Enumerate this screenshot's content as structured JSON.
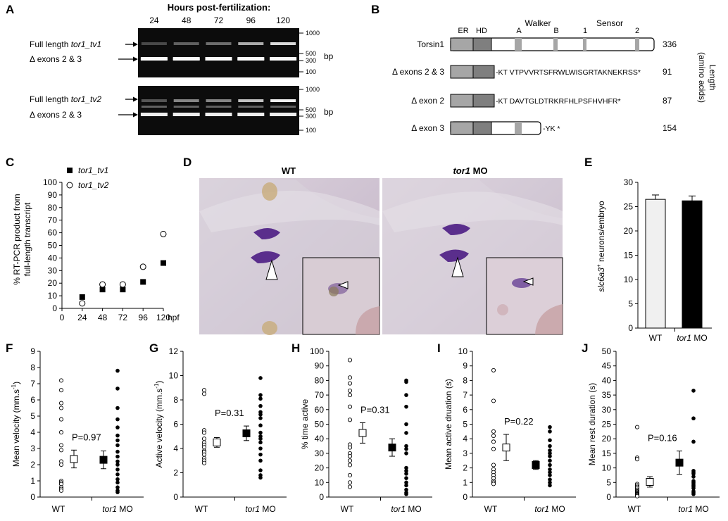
{
  "panels": {
    "A": {
      "letter": "A",
      "header": "Hours post-fertilization:",
      "lanes": [
        "24",
        "48",
        "72",
        "96",
        "120"
      ],
      "gel1_labels": {
        "full_prefix": "Full length ",
        "full_gene": "tor1_tv1",
        "delta": "Δ exons 2 & 3"
      },
      "gel2_labels": {
        "full_prefix": "Full length ",
        "full_gene": "tor1_tv2",
        "delta": "Δ exons 2 & 3"
      },
      "ladder": [
        "1000",
        "500",
        "300",
        "100"
      ],
      "unit": "bp"
    },
    "B": {
      "letter": "B",
      "domain_labels": {
        "er": "ER",
        "hd": "HD",
        "walker": "Walker",
        "a": "A",
        "b": "B",
        "sensor": "Sensor",
        "s1": "1",
        "s2": "2"
      },
      "rows": [
        {
          "name": "Torsin1",
          "suffix": "",
          "length": "336"
        },
        {
          "name": "Δ exons 2 & 3",
          "suffix": "-KT  VTPVVRTSFRWLWISGRTAKNEKRSS*",
          "length": "91"
        },
        {
          "name": "Δ exon 2",
          "suffix": "-KT  DAVTGLDTRKRFHLPSFHVHFR*",
          "length": "87"
        },
        {
          "name": "Δ exon 3",
          "suffix": "-YK  *",
          "length": "154"
        }
      ],
      "length_label": "Length",
      "length_unit": "(amino acids)"
    },
    "C": {
      "letter": "C",
      "ylabel_line1": "% RT-PCR product from",
      "ylabel_line2": "full-length transcript",
      "xunit": "hpf",
      "legend": [
        {
          "name": "tor1_tv1",
          "marker": "filled-square"
        },
        {
          "name": "tor1_tv2",
          "marker": "open-circle"
        }
      ]
    },
    "D": {
      "letter": "D",
      "left_title": "WT",
      "right_title_gene": "tor1",
      "right_title_rest": " MO"
    },
    "E": {
      "letter": "E",
      "ylabel_gene": "slc6a3",
      "ylabel_sup": "+",
      "ylabel_rest": " neurons/embryo",
      "x_wt": "WT",
      "x_mo_gene": "tor1",
      "x_mo_rest": " MO"
    },
    "F": {
      "letter": "F",
      "ylabel": "Mean velocity (mm.s",
      "ylabel_sup": "-1",
      "ylabel_end": ")",
      "pvalue": "P=0.97"
    },
    "G": {
      "letter": "G",
      "ylabel": "Active velocity (mm.s",
      "ylabel_sup": "-1",
      "ylabel_end": ")",
      "pvalue": "P=0.31"
    },
    "H": {
      "letter": "H",
      "ylabel": "% time active",
      "ylabel_sup": "",
      "ylabel_end": "",
      "pvalue": "P=0.31"
    },
    "I": {
      "letter": "I",
      "ylabel": "Mean active druation (s)",
      "ylabel_sup": "",
      "ylabel_end": "",
      "pvalue": "P=0.22"
    },
    "J": {
      "letter": "J",
      "ylabel": "Mean rest duration (s)",
      "ylabel_sup": "",
      "ylabel_end": "",
      "pvalue": "P=0.16"
    },
    "x_wt": "WT",
    "x_mo_gene": "tor1",
    "x_mo_rest": " MO"
  },
  "chart_data": [
    {
      "panel": "C",
      "type": "scatter",
      "x": [
        24,
        48,
        72,
        96,
        120
      ],
      "series": [
        {
          "name": "tor1_tv1",
          "values": [
            9,
            15,
            15,
            21,
            36
          ]
        },
        {
          "name": "tor1_tv2",
          "values": [
            4,
            19,
            19,
            33,
            59
          ]
        }
      ],
      "xlim": [
        0,
        120
      ],
      "xticks": [
        0,
        24,
        48,
        72,
        96,
        120
      ],
      "ylim": [
        0,
        100
      ],
      "yticks": [
        0,
        10,
        20,
        30,
        40,
        50,
        60,
        70,
        80,
        90,
        100
      ],
      "grid": false,
      "legend_position": "top-left"
    },
    {
      "panel": "E",
      "type": "bar",
      "categories": [
        "WT",
        "tor1 MO"
      ],
      "values": [
        26.5,
        26.2
      ],
      "errors": [
        0.9,
        1.0
      ],
      "colors": [
        "#f0f0f0",
        "#000000"
      ],
      "ylim": [
        0,
        30
      ],
      "yticks": [
        0,
        5,
        10,
        15,
        20,
        25,
        30
      ],
      "grid": false
    },
    {
      "panel": "F",
      "type": "scatter",
      "ylim": [
        0,
        9
      ],
      "yticks": [
        0,
        1,
        2,
        3,
        4,
        5,
        6,
        7,
        8,
        9
      ],
      "wt_points": [
        7.2,
        6.6,
        5.8,
        5.5,
        4.8,
        4.0,
        3.2,
        2.9,
        2.2,
        2.0,
        1.0,
        0.9,
        0.8,
        0.6,
        0.5,
        0.4
      ],
      "mo_points": [
        7.8,
        6.7,
        5.5,
        4.8,
        4.3,
        3.8,
        3.5,
        3.2,
        2.8,
        2.5,
        2.2,
        2.0,
        1.7,
        1.4,
        1.1,
        0.9,
        0.6,
        0.4,
        0.3
      ],
      "wt_mean": 2.35,
      "wt_sem": 0.55,
      "mo_mean": 2.3,
      "mo_sem": 0.55
    },
    {
      "panel": "G",
      "type": "scatter",
      "ylim": [
        0,
        12
      ],
      "yticks": [
        0,
        2,
        4,
        6,
        8,
        10,
        12
      ],
      "wt_points": [
        8.8,
        8.5,
        5.5,
        5.3,
        4.8,
        4.5,
        4.3,
        4.1,
        3.8,
        3.7,
        3.5,
        3.2,
        3.0,
        2.8
      ],
      "mo_points": [
        9.8,
        8.4,
        8.1,
        7.5,
        7.0,
        6.8,
        6.5,
        5.9,
        5.3,
        5.0,
        4.8,
        4.5,
        4.0,
        3.5,
        3.0,
        2.2,
        1.8,
        1.6
      ],
      "wt_mean": 4.5,
      "wt_sem": 0.4,
      "mo_mean": 5.25,
      "mo_sem": 0.6
    },
    {
      "panel": "H",
      "type": "scatter",
      "ylim": [
        0,
        100
      ],
      "yticks": [
        0,
        10,
        20,
        30,
        40,
        50,
        60,
        70,
        80,
        90,
        100
      ],
      "wt_points": [
        94,
        82,
        78,
        73,
        70,
        62,
        53,
        36,
        34,
        30,
        28,
        25,
        22,
        15,
        10,
        7
      ],
      "mo_points": [
        80,
        79,
        70,
        62,
        50,
        44,
        35,
        33,
        30,
        20,
        18,
        16,
        13,
        10,
        8,
        5,
        3,
        2
      ],
      "wt_mean": 44,
      "wt_sem": 7,
      "mo_mean": 34,
      "mo_sem": 6
    },
    {
      "panel": "I",
      "type": "scatter",
      "ylim": [
        0,
        10
      ],
      "yticks": [
        0,
        1,
        2,
        3,
        4,
        5,
        6,
        7,
        8,
        9,
        10
      ],
      "wt_points": [
        8.7,
        6.6,
        4.5,
        4.2,
        3.8,
        3.3,
        2.2,
        1.9,
        1.7,
        1.5,
        1.3,
        1.1,
        1.0,
        0.9
      ],
      "mo_points": [
        4.8,
        4.5,
        3.9,
        3.5,
        3.2,
        3.0,
        2.8,
        2.5,
        2.2,
        1.9,
        1.7,
        1.5,
        1.2,
        1.0,
        0.8
      ],
      "wt_mean": 3.4,
      "wt_sem": 0.9,
      "mo_mean": 2.2,
      "mo_sem": 0.3
    },
    {
      "panel": "J",
      "type": "scatter",
      "ylim": [
        0,
        50
      ],
      "yticks": [
        0,
        5,
        10,
        15,
        20,
        25,
        30,
        35,
        40,
        45,
        50
      ],
      "wt_points": [
        24,
        13.5,
        13,
        4.5,
        4,
        3.5,
        3,
        2.5,
        2,
        1.8,
        1.5,
        1.2,
        1,
        0.8,
        0.5,
        0.3
      ],
      "mo_points": [
        36.5,
        27,
        19,
        9,
        8.5,
        8,
        7,
        5.5,
        5,
        4.5,
        4,
        3.5,
        3,
        2,
        1.5,
        1
      ],
      "wt_mean": 5.2,
      "wt_sem": 1.8,
      "mo_mean": 11.8,
      "mo_sem": 4
    }
  ]
}
